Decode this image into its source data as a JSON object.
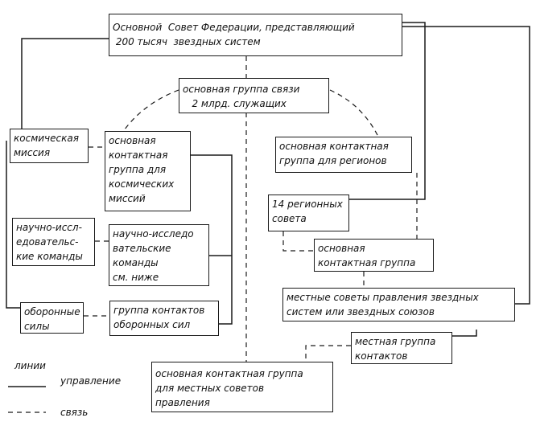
{
  "colors": {
    "line": "#1a1a1a",
    "background": "#ffffff"
  },
  "boxes": {
    "main_council": "Основной  Совет Федерации, представляющий\n 200 тысяч  звездных систем",
    "comm_group": "основная группа связи\n   2 млрд. служащих",
    "space_mission": "космическая\nмиссия",
    "space_contact": "основная\nконтактная\nгруппа для\nкосмических\nмиссий",
    "research_teams": "научно-иссл-\nедовательс-\nкие команды",
    "research_below": "научно-исследо\nвательские\nкоманды\nсм. ниже",
    "defense": "оборонные\nсилы",
    "defense_contact": "группа контактов\nоборонных сил",
    "region_contact": "основная контактная\nгруппа для регионов",
    "regional_councils": "14 регионных\nсовета",
    "main_contact": "основная\nконтактная группа",
    "local_councils": "местные советы правления звездных\nсистем или звездных союзов",
    "local_contact_group": "местная группа\nконтактов",
    "local_main_contact": "основная контактная группа\nдля местных советов\nправления"
  },
  "legend": {
    "title": "линии",
    "control": "управление",
    "link": "связь"
  }
}
